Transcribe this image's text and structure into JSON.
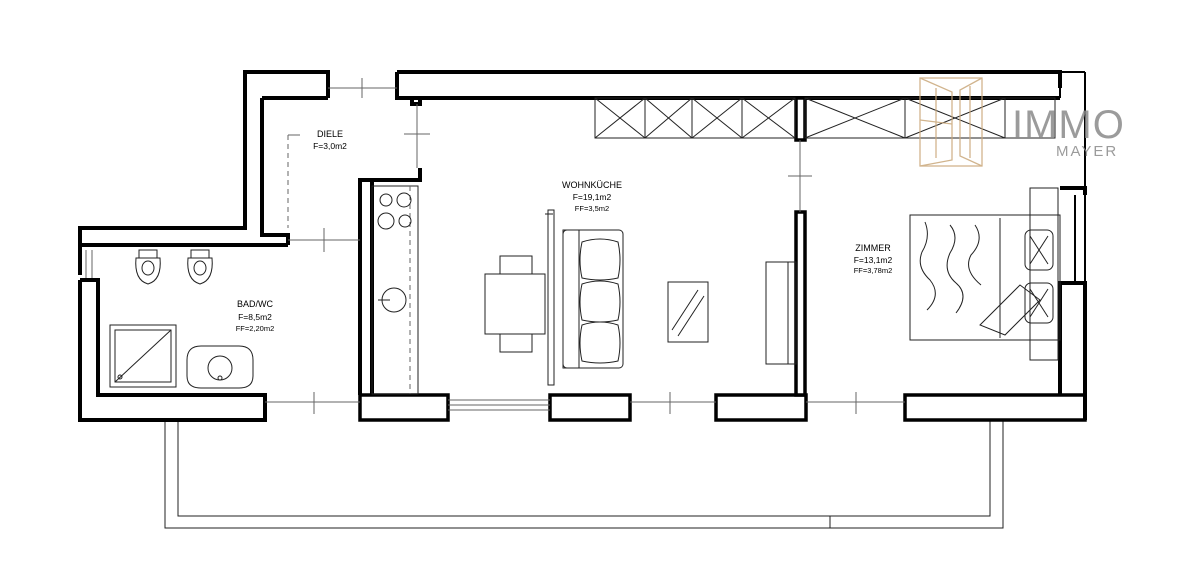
{
  "rooms": [
    {
      "key": "diele",
      "name": "DIELE",
      "area": "F=3,0m2",
      "ff": ""
    },
    {
      "key": "wohnkueche",
      "name": "WOHNKÜCHE",
      "area": "F=19,1m2",
      "ff": "FF=3,5m2"
    },
    {
      "key": "zimmer",
      "name": "ZIMMER",
      "area": "F=13,1m2",
      "ff": "FF=3,78m2"
    },
    {
      "key": "bad",
      "name": "BAD/WC",
      "area": "F=8,5m2",
      "ff": "FF=2,20m2"
    }
  ],
  "logo": {
    "brand": "IMMO",
    "sub": "MAYER",
    "icon": "window-frame-icon",
    "colors": {
      "frame": "#c9a77a",
      "text": "#8a8a8a"
    }
  },
  "colors": {
    "wall": "#000000",
    "furniture": "#222222",
    "background": "#ffffff"
  }
}
